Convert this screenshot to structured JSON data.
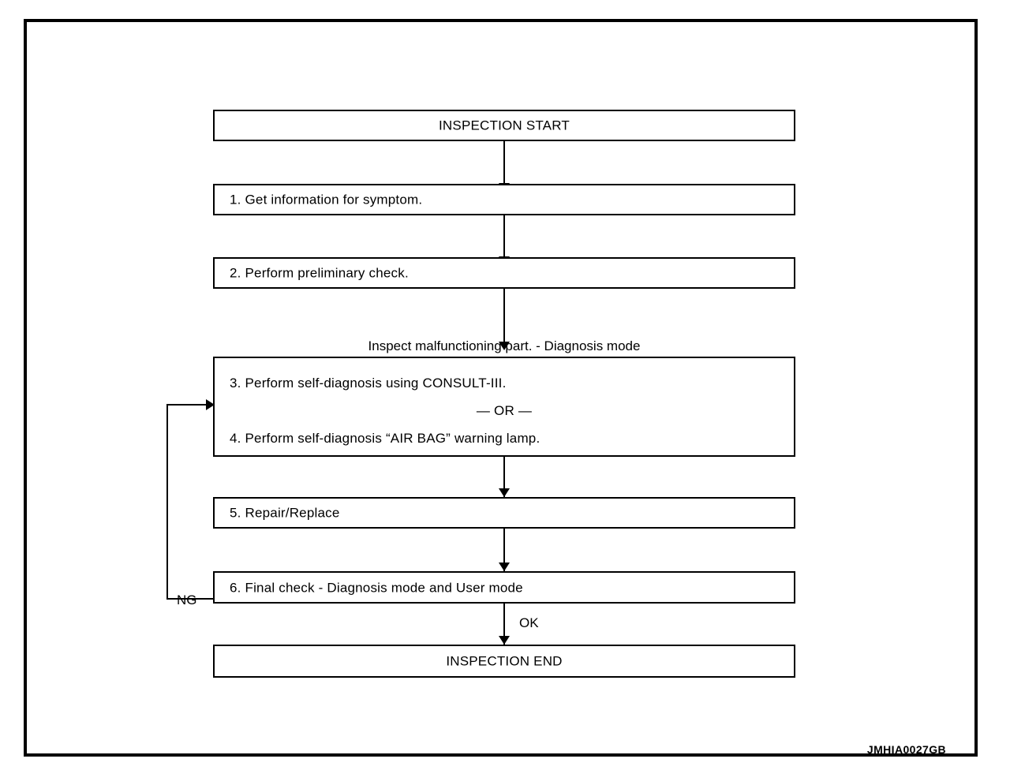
{
  "figure": {
    "id_label": "JMHIA0027GB",
    "caption": "Inspect malfunctioning part. - Diagnosis mode"
  },
  "chart_data": {
    "type": "diagram",
    "diagram_kind": "flowchart",
    "title": "INSPECTION START",
    "nodes": [
      {
        "id": "start",
        "label": "INSPECTION START",
        "align": "center"
      },
      {
        "id": "step1",
        "label": "1. Get information for symptom.",
        "align": "left"
      },
      {
        "id": "step2",
        "label": "2. Perform preliminary check.",
        "align": "left"
      },
      {
        "id": "step34",
        "label": "3. Perform self-diagnosis using CONSULT-III.",
        "align": "left"
      },
      {
        "id": "step5",
        "label": "5. Repair/Replace",
        "align": "left"
      },
      {
        "id": "step6",
        "label": "6. Final check - Diagnosis mode and User mode",
        "align": "left"
      },
      {
        "id": "end",
        "label": "INSPECTION END",
        "align": "center"
      }
    ],
    "edges": [
      {
        "from": "start",
        "to": "step1",
        "label": ""
      },
      {
        "from": "step1",
        "to": "step2",
        "label": ""
      },
      {
        "from": "step2",
        "to": "step34",
        "label": ""
      },
      {
        "from": "step34",
        "to": "step5",
        "label": ""
      },
      {
        "from": "step5",
        "to": "step6",
        "label": ""
      },
      {
        "from": "step6",
        "to": "end",
        "label": "OK"
      },
      {
        "from": "step6",
        "to": "step34",
        "label": "NG"
      }
    ]
  },
  "boxes": {
    "start": "INSPECTION START",
    "step1": "1. Get information for symptom.",
    "step2": "2. Perform preliminary check.",
    "step3": "3. Perform self-diagnosis using CONSULT-III.",
    "or_separator": "— OR —",
    "step4": "4. Perform self-diagnosis “AIR BAG” warning lamp.",
    "step5": "5. Repair/Replace",
    "step6": "6. Final check - Diagnosis mode and User mode",
    "end": "INSPECTION END"
  },
  "labels": {
    "ng": "NG",
    "ok": "OK"
  },
  "colors": {
    "line": "#000000",
    "background": "#ffffff",
    "text": "#000000"
  }
}
